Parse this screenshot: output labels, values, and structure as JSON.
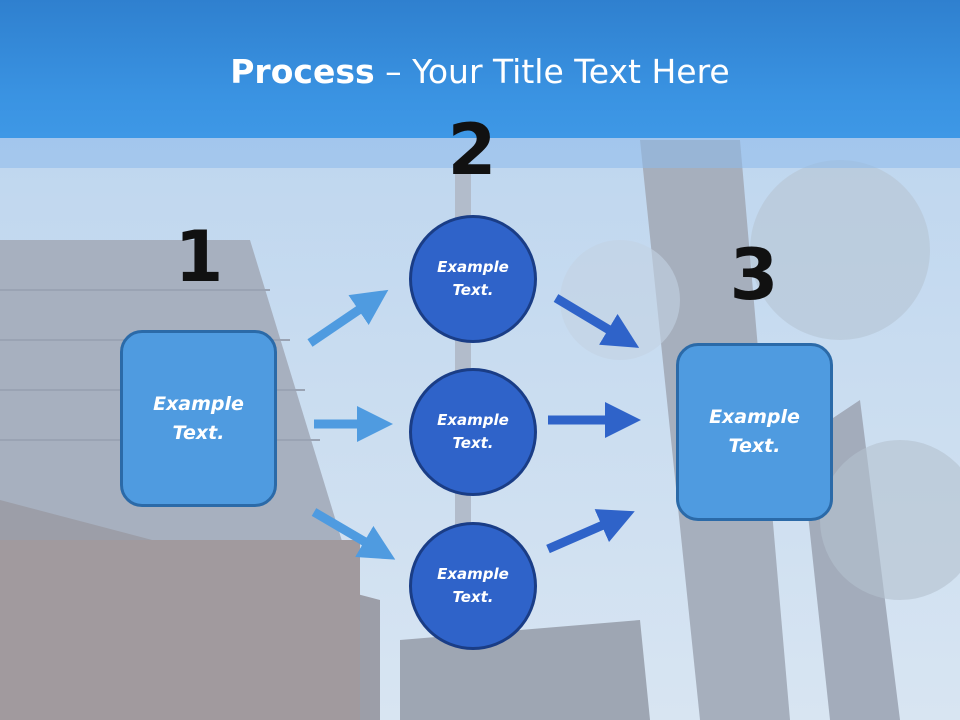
{
  "title": {
    "bold": "Process",
    "rest": " – Your Title Text Here"
  },
  "steps": [
    "1",
    "2",
    "3"
  ],
  "left_box": {
    "text_line1": "Example",
    "text_line2": "Text."
  },
  "right_box": {
    "text_line1": "Example",
    "text_line2": "Text."
  },
  "circles": [
    {
      "line1": "Example",
      "line2": "Text."
    },
    {
      "line1": "Example",
      "line2": "Text."
    },
    {
      "line1": "Example",
      "line2": "Text."
    }
  ],
  "colors": {
    "title_bar": "#3a93e2",
    "box_fill": "#4f9be0",
    "circle_fill": "#2f63c9",
    "arrow_light": "#4f9be0",
    "arrow_dark": "#2f63c9"
  }
}
